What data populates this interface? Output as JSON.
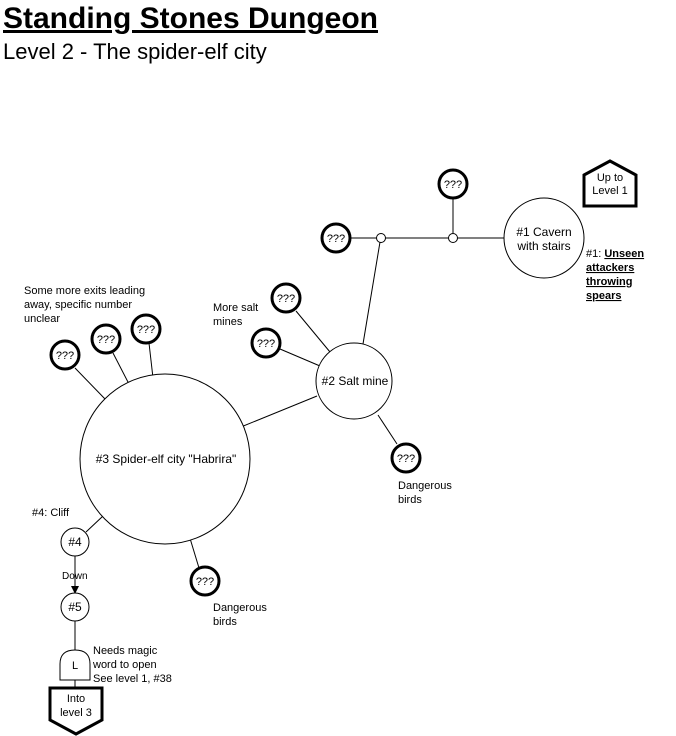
{
  "title": "Standing Stones Dungeon",
  "subtitle": "Level 2 - The spider-elf city",
  "nodes": {
    "cavern": [
      "#1 Cavern",
      "with stairs"
    ],
    "salt_mine": "#2 Salt mine",
    "city": "#3 Spider-elf city \"Habrira\"",
    "n4": "#4",
    "n5": "#5",
    "lock": "L",
    "unknown": "???"
  },
  "houses": {
    "up": [
      "Up to",
      "Level 1"
    ],
    "down": [
      "Into",
      "level 3"
    ]
  },
  "notes": {
    "note1_prefix": "#1: ",
    "note1_link": [
      "Unseen",
      "attackers",
      "throwing",
      "spears"
    ],
    "salt_mines": [
      "More salt",
      "mines"
    ],
    "birds_salt": [
      "Dangerous",
      "birds"
    ],
    "birds_city": [
      "Dangerous",
      "birds"
    ],
    "exits": [
      "Some more exits leading",
      "away, specific number",
      "unclear"
    ],
    "cliff": "#4: Cliff",
    "down": "Down",
    "magic": [
      "Needs magic",
      "word to open",
      "See level 1, #38"
    ]
  }
}
